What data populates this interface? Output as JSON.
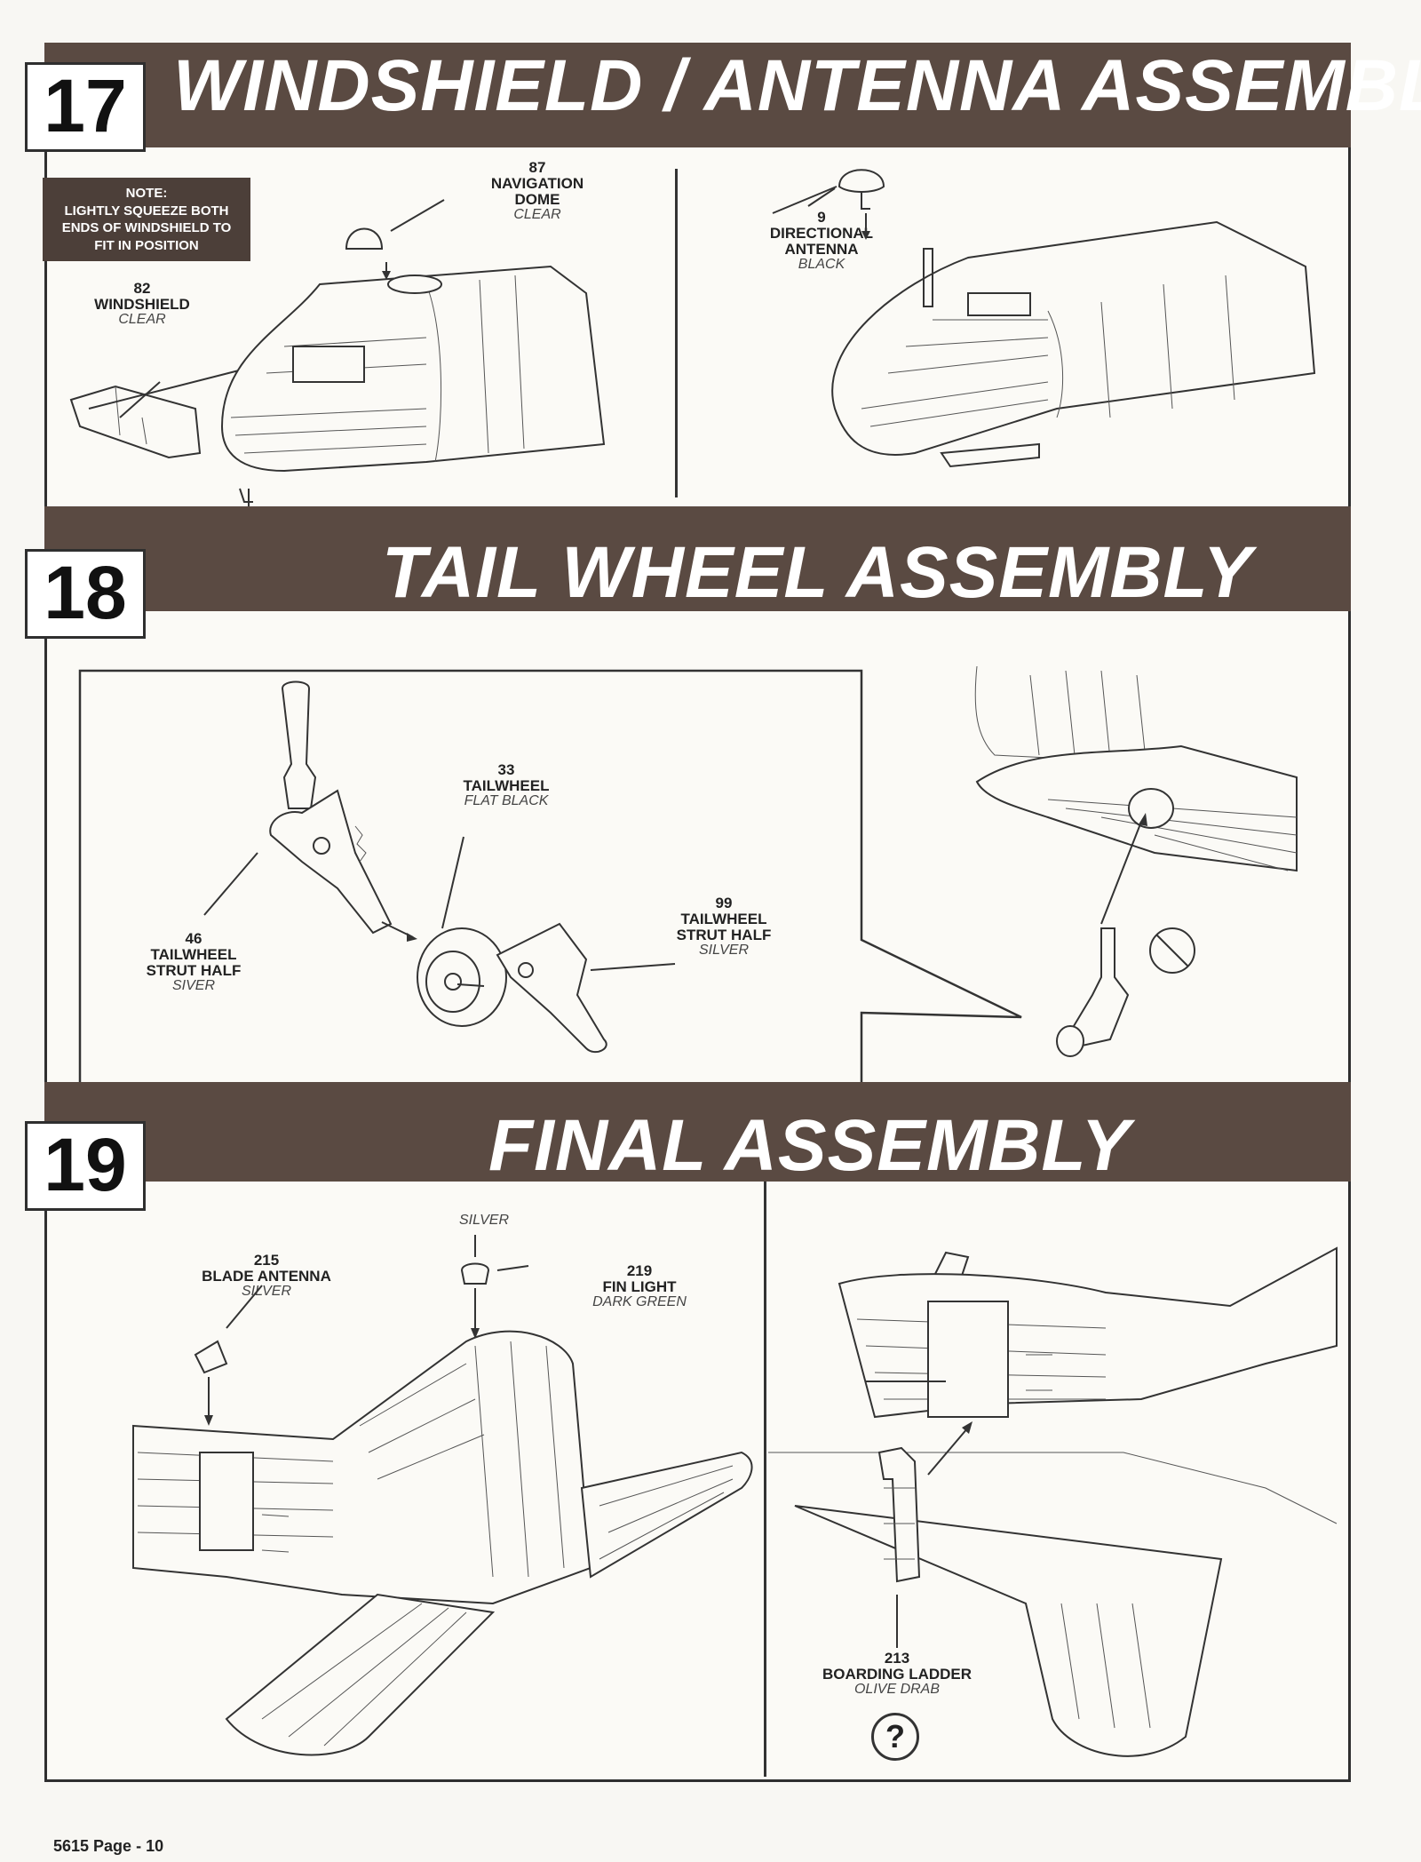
{
  "steps": [
    {
      "number": "17",
      "title": "WINDSHIELD / ANTENNA ASSEMBLY"
    },
    {
      "number": "18",
      "title": "TAIL WHEEL ASSEMBLY"
    },
    {
      "number": "19",
      "title": "FINAL ASSEMBLY"
    }
  ],
  "step17": {
    "note": [
      "NOTE:",
      "LIGHTLY SQUEEZE BOTH",
      "ENDS OF WINDSHIELD TO",
      "FIT IN POSITION"
    ],
    "windshield": {
      "number": "82",
      "name": "WINDSHIELD",
      "color": "CLEAR"
    },
    "nav_dome": {
      "number": "87",
      "name1": "NAVIGATION",
      "name2": "DOME",
      "color": "CLEAR"
    },
    "dir_antenna": {
      "number": "9",
      "name1": "DIRECTIONAL",
      "name2": "ANTENNA",
      "color": "BLACK"
    }
  },
  "step18": {
    "tailwheel": {
      "number": "33",
      "name": "TAILWHEEL",
      "color": "FLAT BLACK"
    },
    "strut_left": {
      "number": "46",
      "name1": "TAILWHEEL",
      "name2": "STRUT HALF",
      "color": "SIVER"
    },
    "strut_right": {
      "number": "99",
      "name1": "TAILWHEEL",
      "name2": "STRUT HALF",
      "color": "SILVER"
    }
  },
  "step19": {
    "blade_antenna": {
      "number": "215",
      "name": "BLADE ANTENNA",
      "color": "SILVER"
    },
    "fin_light_top_color": "SILVER",
    "fin_light": {
      "number": "219",
      "name": "FIN LIGHT",
      "color": "DARK GREEN"
    },
    "ladder": {
      "number": "213",
      "name": "BOARDING LADDER",
      "color": "OLIVE DRAB"
    },
    "help_symbol": "?"
  },
  "footer": "5615 Page - 10"
}
